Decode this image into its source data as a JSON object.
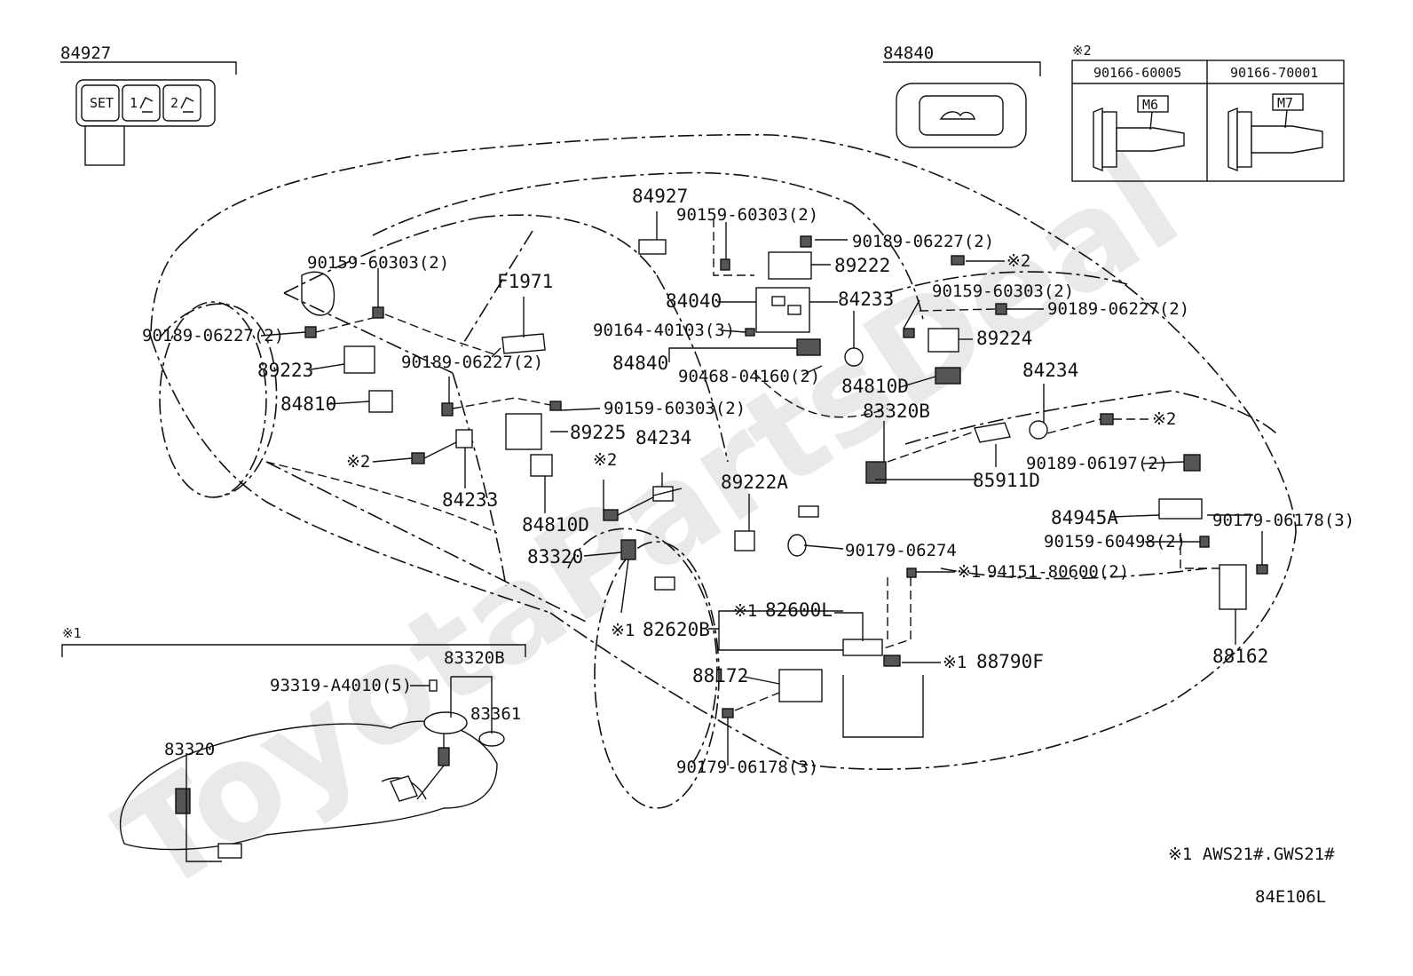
{
  "watermark": "ToyotaPartsDeal",
  "inset_84927": {
    "part_number": "84927",
    "keys": [
      "SET",
      "1",
      "2"
    ]
  },
  "inset_84840": {
    "part_number": "84840"
  },
  "inset_note2": {
    "mark": "※2",
    "columns": [
      {
        "part_number": "90166-60005",
        "size": "M6"
      },
      {
        "part_number": "90166-70001",
        "size": "M7"
      }
    ]
  },
  "inset_note1": {
    "mark": "※1",
    "labels": {
      "bolt": "93319-A4010(5)",
      "gauge": "83320B",
      "gasket": "83361",
      "meter": "83320"
    }
  },
  "callouts": {
    "c84927": "84927",
    "c90159_60303_a": "90159-60303(2)",
    "c90189_06227_a": "90189-06227(2)",
    "c89222": "89222",
    "mark2_a": "※2",
    "c84040": "84040",
    "c84233_a": "84233",
    "c90159_60303_b": "90159-60303(2)",
    "c90189_06227_b": "90189-06227(2)",
    "c90164_40103": "90164-40103(3)",
    "c89224": "89224",
    "c84840": "84840",
    "c90468_04160": "90468-04160(2)",
    "c84810D_a": "84810D",
    "c84234_a": "84234",
    "c90159_60303_c": "90159-60303(2)",
    "c90189_06227_c": "90189-06227(2)",
    "cF1971": "F1971",
    "c89223": "89223",
    "c90189_06227_d": "90189-06227(2)",
    "c84810": "84810",
    "c90159_60303_d": "90159-60303(2)",
    "c89225": "89225",
    "mark2_b": "※2",
    "c84233_b": "84233",
    "c84234_b": "84234",
    "mark2_c": "※2",
    "c83320B": "83320B",
    "c85911D": "85911D",
    "mark2_d": "※2",
    "c90189_06197": "90189-06197(2)",
    "c89222A": "89222A",
    "c84810D_b": "84810D",
    "c84945A": "84945A",
    "c90179_06178_a": "90179-06178(3)",
    "c83320": "83320",
    "c90179_06274": "90179-06274",
    "c90159_60498": "90159-60498(2)",
    "mark1_a": "※1",
    "c94151_80600": "94151-80600(2)",
    "mark1_b": "※1",
    "c82600L": "82600L",
    "mark1_c": "※1",
    "c82620B": "82620B",
    "c88162": "88162",
    "c88172": "88172",
    "mark1_d": "※1",
    "c88790F": "88790F",
    "c90179_06178_b": "90179-06178(3)"
  },
  "footnote": "※1 AWS21#.GWS21#",
  "diagram_code": "84E106L"
}
